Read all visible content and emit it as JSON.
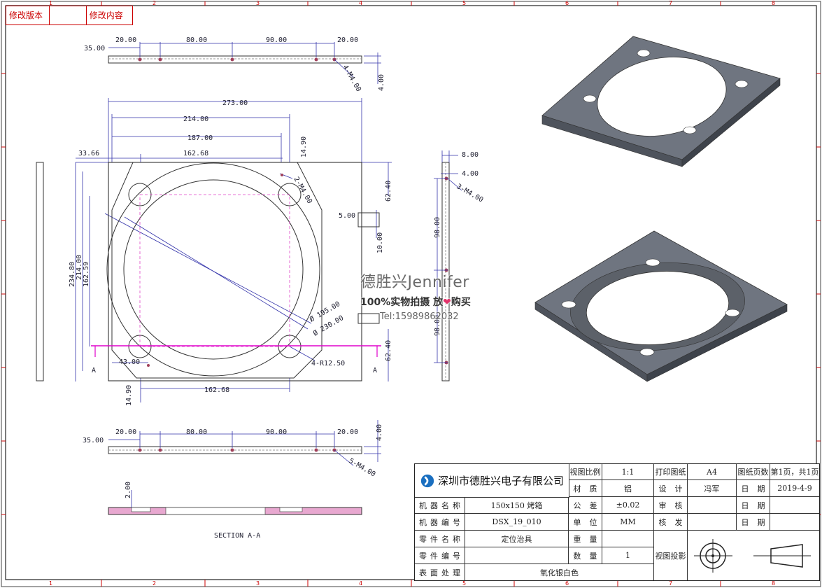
{
  "revision_header": {
    "version_label": "修改版本",
    "content_label": "修改内容"
  },
  "border_columns": [
    "1",
    "2",
    "3",
    "4",
    "5",
    "6",
    "7",
    "8"
  ],
  "top_view_dims": {
    "d1": "35.00",
    "d2": "20.00",
    "d3": "80.00",
    "d4": "90.00",
    "d5": "20.00",
    "thk": "4.00",
    "holes": "4-M4.00"
  },
  "main_view_dims": {
    "w273": "273.00",
    "w214": "214.00",
    "w187": "187.00",
    "w16268": "162.68",
    "w3366": "33.66",
    "h1490": "14.90",
    "holes2": "2-M4.00",
    "h23480": "234.80",
    "h214": "214.00",
    "h16259": "162.59",
    "d195": "Ø 195.00",
    "d230": "Ø 230.00",
    "r125": "4-R12.50",
    "w4300": "43.00",
    "h1490b": "14.90",
    "w16268b": "162.68",
    "s500": "5.00",
    "s1000": "10.00",
    "h6240": "62.40",
    "h6240b": "62.40",
    "sec": "A"
  },
  "side_view_dims": {
    "s800": "8.00",
    "s400": "4.00",
    "holes3": "3-M4.00",
    "s9800": "98.00",
    "s9800b": "98.00"
  },
  "bottom_view_dims": {
    "d1": "35.00",
    "d2": "20.00",
    "d3": "80.00",
    "d4": "90.00",
    "d5": "20.00",
    "thk": "4.00",
    "holes": "5-M4.00"
  },
  "section_view": {
    "label": "SECTION A-A",
    "thk": "2.00"
  },
  "watermark": {
    "line1": "德胜兴Jennifer",
    "line2a": "100%实物拍摄 放",
    "line2b": "购买",
    "heart": "❤",
    "line3": "Tel:15989862032"
  },
  "title_block": {
    "company": "深圳市德胜兴电子有限公司",
    "view_scale_label": "视图比例",
    "view_scale": "1:1",
    "print_paper_label": "打印图纸",
    "print_paper": "A4",
    "sheet_pages_label": "图纸页数",
    "sheet_pages": "第1页，共1页",
    "material_label": "材质",
    "material": "铝",
    "design_label": "设计",
    "designer": "冯军",
    "date_label": "日期",
    "date": "2019-4-9",
    "machine_name_label": "机器名称",
    "machine_name": "150x150 烤箱",
    "tolerance_label": "公差",
    "tolerance": "±0.02",
    "review_label": "审核",
    "date2_label": "日期",
    "machine_no_label": "机器编号",
    "machine_no": "DSX_19_010",
    "unit_label": "单位",
    "unit": "MM",
    "approve_label": "核发",
    "date3_label": "日期",
    "part_name_label": "零件名称",
    "part_name": "定位治具",
    "weight_label": "重量",
    "part_no_label": "零件编号",
    "qty_label": "数量",
    "qty": "1",
    "projection_label": "视图投影",
    "surface_label": "表面处理",
    "surface": "氧化银白色"
  }
}
